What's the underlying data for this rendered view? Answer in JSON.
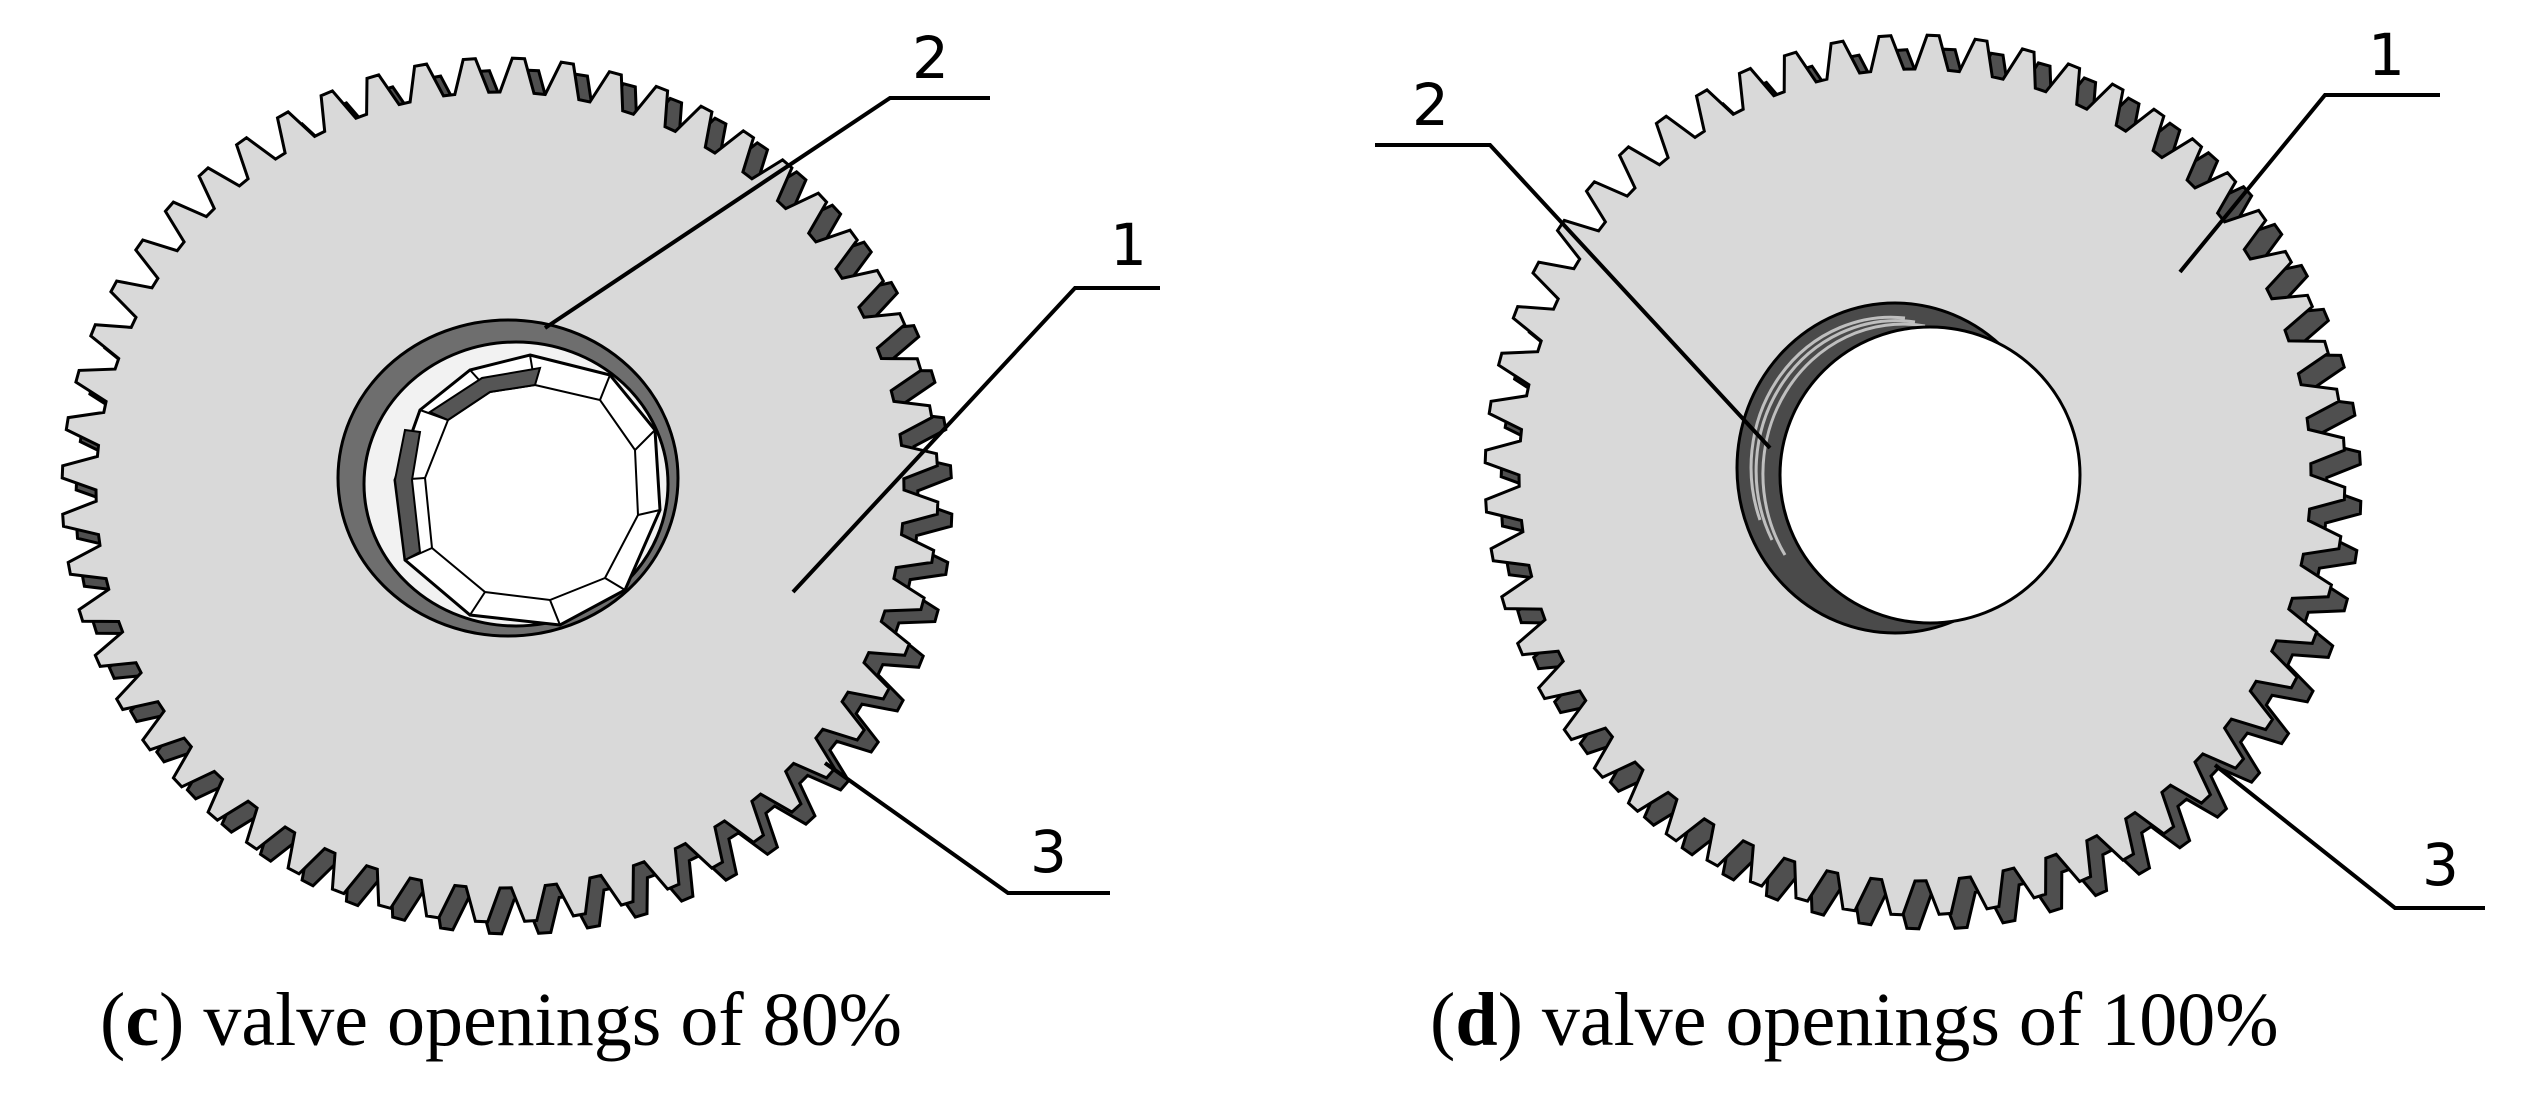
{
  "colors": {
    "gear_face": "#d9d9d9",
    "gear_tooth_side": "#4f4f4f",
    "bore_wall": "#6e6e6e",
    "line": "#000000",
    "background": "#ffffff"
  },
  "panels": [
    {
      "id": "c",
      "letter": "c",
      "caption": "valve openings of 80%",
      "callouts": [
        "2",
        "1",
        "3"
      ]
    },
    {
      "id": "d",
      "letter": "d",
      "caption": "valve openings of 100%",
      "callouts": [
        "2",
        "1",
        "3"
      ]
    }
  ]
}
